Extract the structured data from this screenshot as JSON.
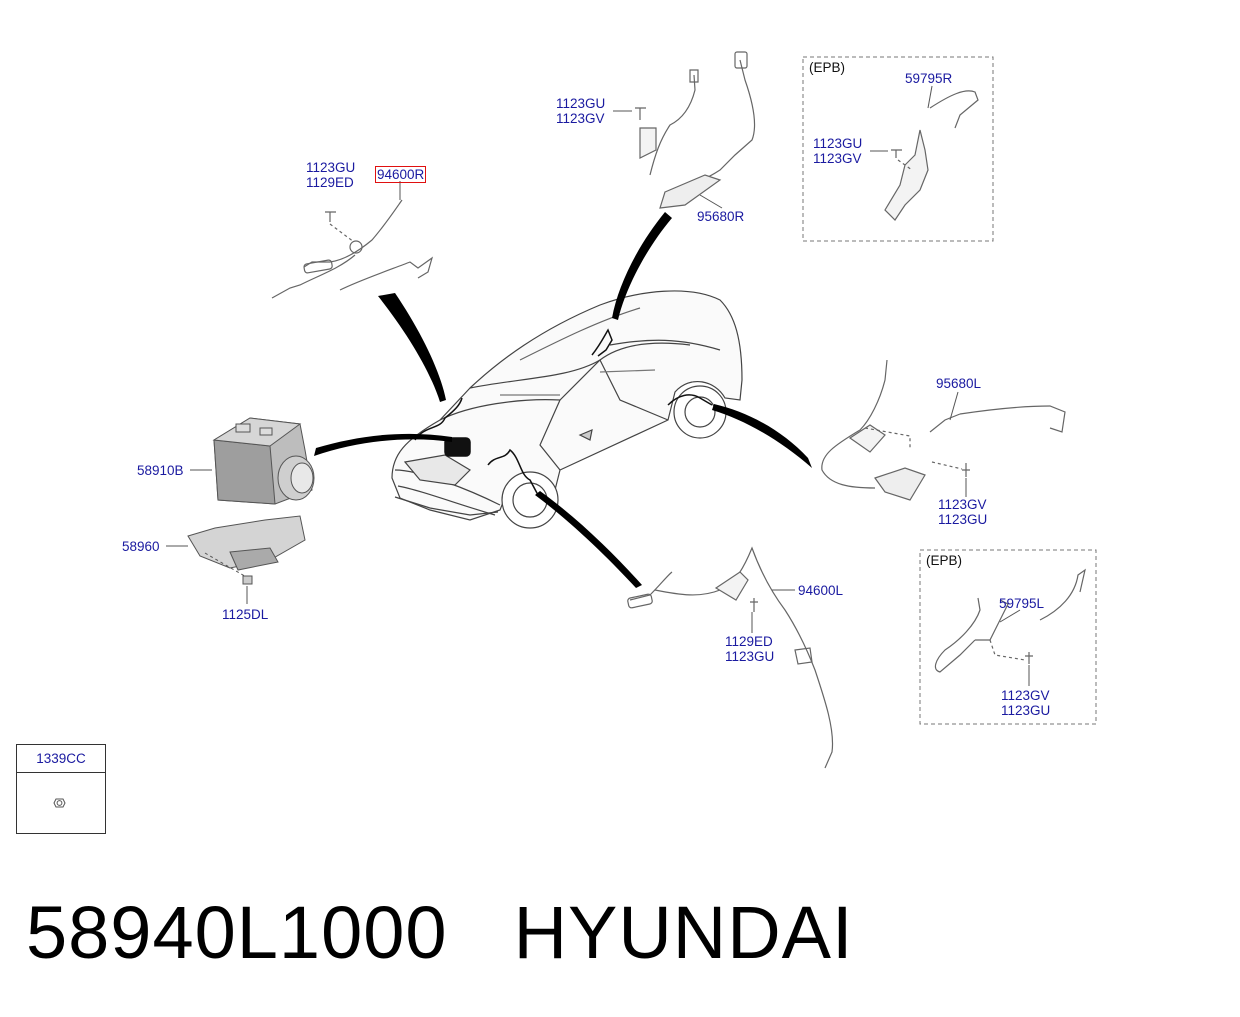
{
  "labels": {
    "front_right_bolt_a": "1123GU",
    "front_right_bolt_b": "1129ED",
    "front_right_sensor": "94600R",
    "rear_right_bolt_a": "1123GU",
    "rear_right_bolt_b": "1123GV",
    "rear_right_sensor": "95680R",
    "epb_right_tag": "(EPB)",
    "epb_right_sensor": "59795R",
    "epb_right_bolt_a": "1123GU",
    "epb_right_bolt_b": "1123GV",
    "rear_left_sensor": "95680L",
    "rear_left_bolt_a": "1123GV",
    "rear_left_bolt_b": "1123GU",
    "abs_module": "58910B",
    "bracket": "58960",
    "bracket_bolt": "1125DL",
    "front_left_sensor": "94600L",
    "front_left_bolt_a": "1129ED",
    "front_left_bolt_b": "1123GU",
    "epb_left_tag": "(EPB)",
    "epb_left_sensor": "59795L",
    "epb_left_bolt_a": "1123GV",
    "epb_left_bolt_b": "1123GU"
  },
  "legend": {
    "code": "1339CC",
    "icon": "nut-icon"
  },
  "footer": {
    "part_number": "58940L1000",
    "brand": "HYUNDAI"
  },
  "colors": {
    "label": "#1a1aa0",
    "highlight": "#e01010",
    "line": "#555555"
  }
}
